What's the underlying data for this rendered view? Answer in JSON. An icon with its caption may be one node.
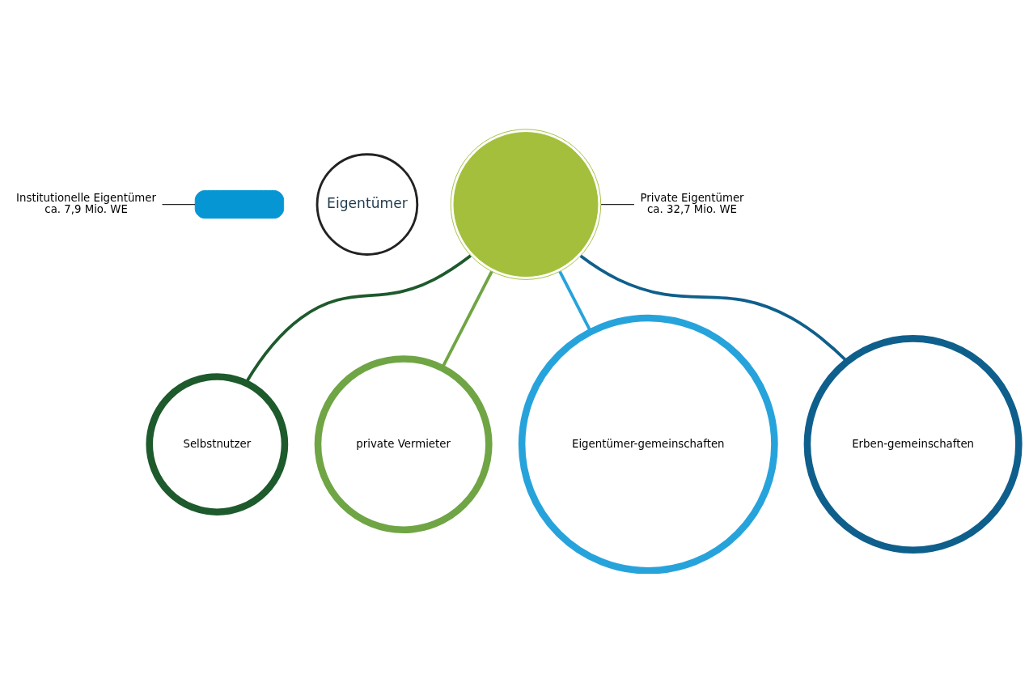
{
  "diagram": {
    "nodes": [
      {
        "text": [
          "Institutionelle Eigentümer",
          "ca. 7,9 Mio. WE"
        ]
      },
      {
        "text": [],
        "shape": "arc"
      },
      {
        "text": [
          "Eigentümer"
        ]
      },
      {
        "text": [],
        "shape": "circle"
      },
      {
        "text": [
          "Private Eigentümer",
          "ca. 32,7 Mio. WE"
        ]
      },
      {
        "text": [
          "Selbstnutzer"
        ]
      },
      {
        "text": [
          "private Vermieter"
        ]
      },
      {
        "text": [
          "Eigentümer-gemeinschaften"
        ]
      },
      {
        "text": [
          "Erben-gemeinschaften"
        ]
      }
    ],
    "edges": [
      {
        "from": 0,
        "to": 1,
        "arrow": "none"
      },
      {
        "from": 4,
        "to": 3,
        "arrow": "none"
      },
      {
        "from": 3,
        "to": 5,
        "arrow": "none",
        "color": "#1d5a2c"
      },
      {
        "from": 3,
        "to": 6,
        "arrow": "none",
        "color": "#6fa544"
      },
      {
        "from": 3,
        "to": 7,
        "arrow": "none",
        "color": "#27a3dc"
      },
      {
        "from": 3,
        "to": 8,
        "arrow": "none",
        "color": "#0f5f8c"
      }
    ]
  }
}
